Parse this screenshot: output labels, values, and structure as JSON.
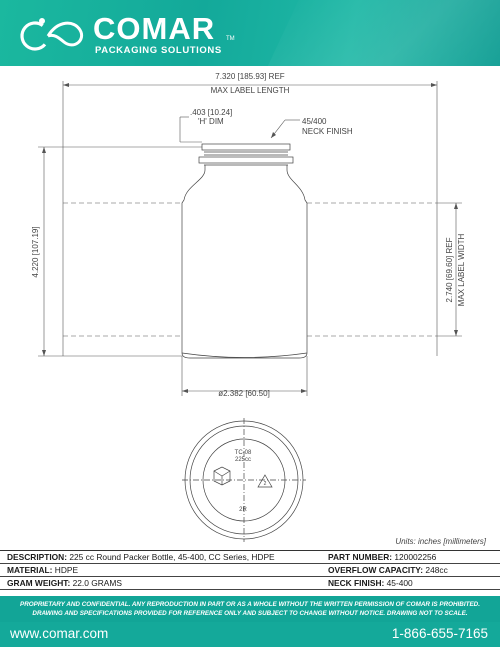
{
  "header": {
    "brand": "COMAR",
    "trademark": "TM",
    "tagline": "PACKAGING SOLUTIONS",
    "logo_icon": "infinity-swirl-icon"
  },
  "drawing": {
    "max_label_length_value": "7.320 [185.93] REF",
    "max_label_length_text": "MAX LABEL LENGTH",
    "h_dim_value": ".403 [10.24]",
    "h_dim_text": "'H' DIM",
    "neck_value": "45/400",
    "neck_text": "NECK FINISH",
    "height_value": "4.220 [107.19]",
    "label_width_value": "2.740 [69.60] REF",
    "label_width_text": "MAX LABEL WIDTH",
    "diameter_value": "ø2.382 [60.50]",
    "base_mark_top": "TC-08",
    "base_mark_cap": "225cc",
    "base_mark_bottom": "2R",
    "recycle_code": "2"
  },
  "units_note": "Units: inches [millimeters]",
  "specs": {
    "description_label": "DESCRIPTION:",
    "description_value": "225 cc Round Packer Bottle, 45-400, CC Series, HDPE",
    "part_label": "PART NUMBER:",
    "part_value": "120002256",
    "material_label": "MATERIAL:",
    "material_value": "HDPE",
    "overflow_label": "OVERFLOW CAPACITY:",
    "overflow_value": "248cc",
    "gram_label": "GRAM WEIGHT:",
    "gram_value": "22.0 GRAMS",
    "neck_label": "NECK FINISH:",
    "neck_value": "45-400"
  },
  "legal": {
    "line1": "PROPRIETARY AND CONFIDENTIAL. ANY REPRODUCTION IN PART OR AS A WHOLE WITHOUT THE WRITTEN PERMISSION OF COMAR IS PROHIBITED.",
    "line2": "DRAWING AND SPECIFICATIONS PROVIDED FOR REFERENCE ONLY AND SUBJECT TO CHANGE WITHOUT NOTICE. DRAWING NOT TO SCALE."
  },
  "footer": {
    "website": "www.comar.com",
    "phone": "1-866-655-7165"
  },
  "colors": {
    "brand_teal": "#14a99a",
    "line": "#555555"
  }
}
